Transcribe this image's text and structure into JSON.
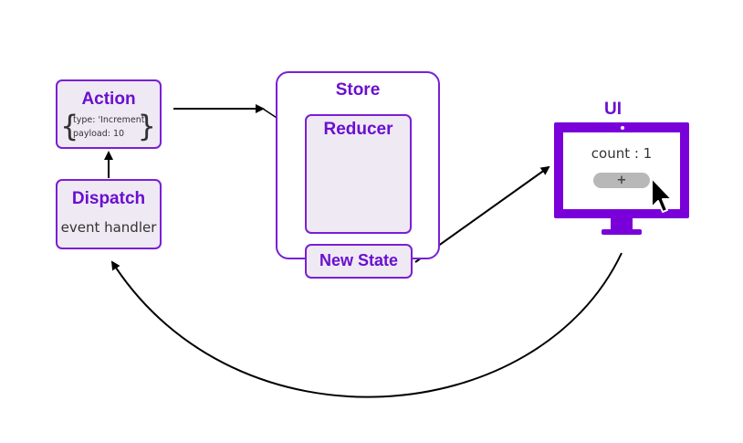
{
  "action": {
    "title": "Action",
    "brace_open": "{",
    "brace_close": "}",
    "code_line_1": "type: 'Increment'",
    "code_line_2": "payload: 10"
  },
  "dispatch": {
    "title": "Dispatch",
    "subtitle": "event handler"
  },
  "store": {
    "title": "Store",
    "reducer_title": "Reducer",
    "new_state_title": "New State"
  },
  "ui": {
    "title": "UI",
    "count_text": "count : 1",
    "button_label": "+"
  },
  "colors": {
    "accent": "#6a0fd0",
    "box_border": "#7a1fd6",
    "box_fill": "#efe9f3",
    "monitor": "#7a00d9",
    "button": "#b8b8b8"
  },
  "icons": [
    "monitor-icon",
    "cursor-icon"
  ]
}
